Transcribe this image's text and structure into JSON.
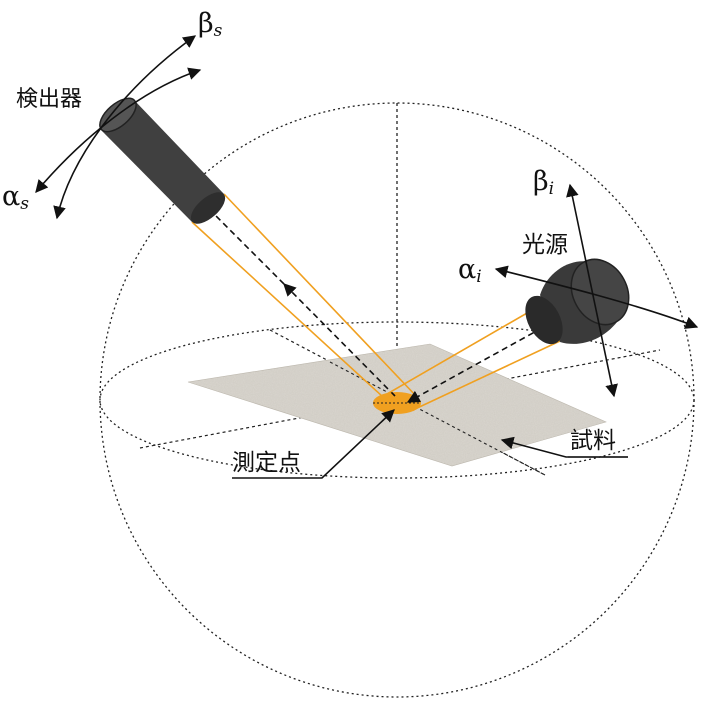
{
  "labels": {
    "detector": "検出器",
    "light_source": "光源",
    "measurement_point": "測定点",
    "sample": "試料"
  },
  "angles": {
    "detector_beta": {
      "symbol": "β",
      "subscript": "s"
    },
    "detector_alpha": {
      "symbol": "α",
      "subscript": "s"
    },
    "source_beta": {
      "symbol": "β",
      "subscript": "i"
    },
    "source_alpha": {
      "symbol": "α",
      "subscript": "i"
    }
  },
  "colors": {
    "beam": "#f0a020",
    "spot": "#f0a020",
    "device_body": "#3f3f3f",
    "sample_surface": "#c8c4bc",
    "hemisphere_lines": "#222222"
  }
}
